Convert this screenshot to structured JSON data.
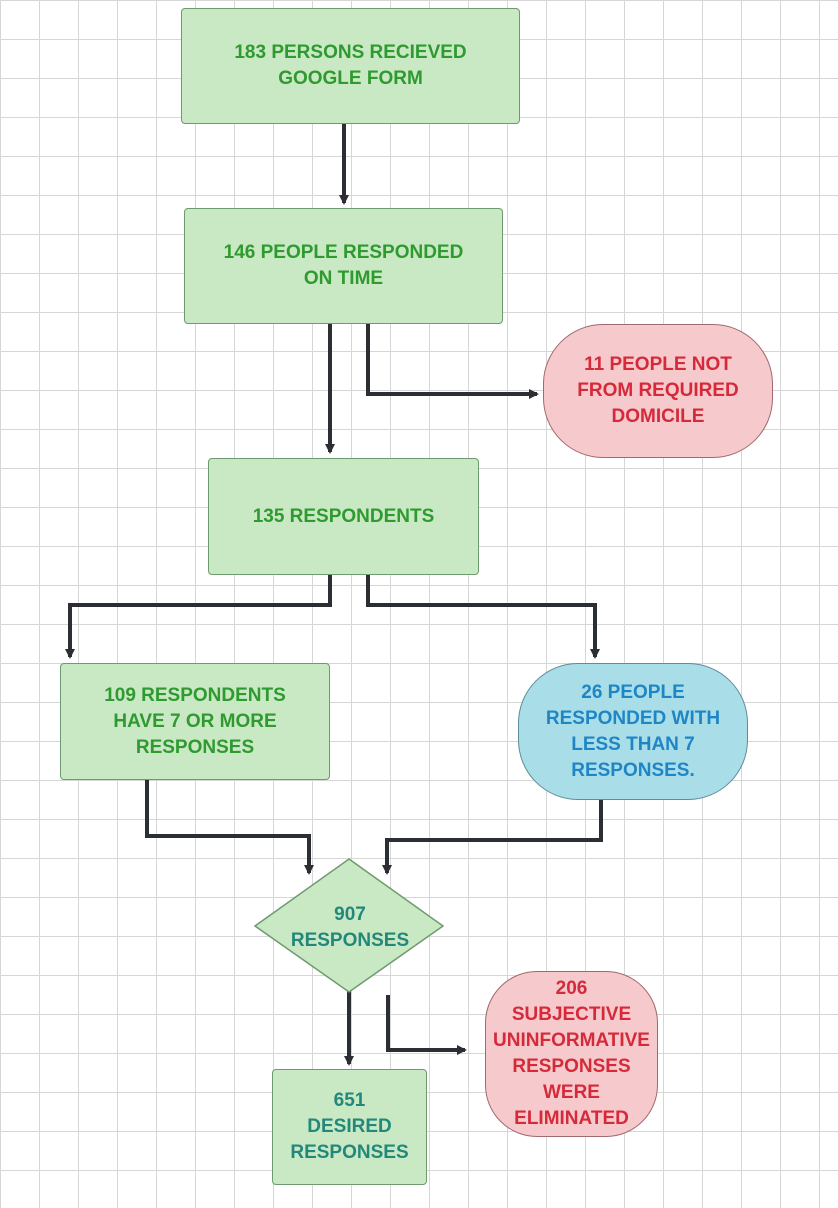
{
  "colors": {
    "green_fill": "#c9e8c4",
    "green_text": "#2f9a2f",
    "teal_text": "#23887a",
    "pink_fill": "#f6c9cc",
    "red_text": "#d42a3a",
    "blue_fill": "#a9dde7",
    "blue_text": "#1f86c6",
    "connector": "#2b2f33"
  },
  "nodes": {
    "received": "183 PERSONS RECIEVED\nGOOGLE FORM",
    "responded": "146 PEOPLE RESPONDED\nON TIME",
    "not_domicile": "11 PEOPLE NOT\nFROM REQUIRED\nDOMICILE",
    "respondents": "135 RESPONDENTS",
    "seven_or_more": "109 RESPONDENTS\nHAVE 7 OR MORE\nRESPONSES",
    "less_than_seven": "26 PEOPLE\nRESPONDED WITH\nLESS THAN 7\nRESPONSES.",
    "total_responses": "907\nRESPONSES",
    "desired": "651\nDESIRED\nRESPONSES",
    "eliminated": "206\nSUBJECTIVE\nUNINFORMATIVE\nRESPONSES\nWERE\nELIMINATED"
  }
}
